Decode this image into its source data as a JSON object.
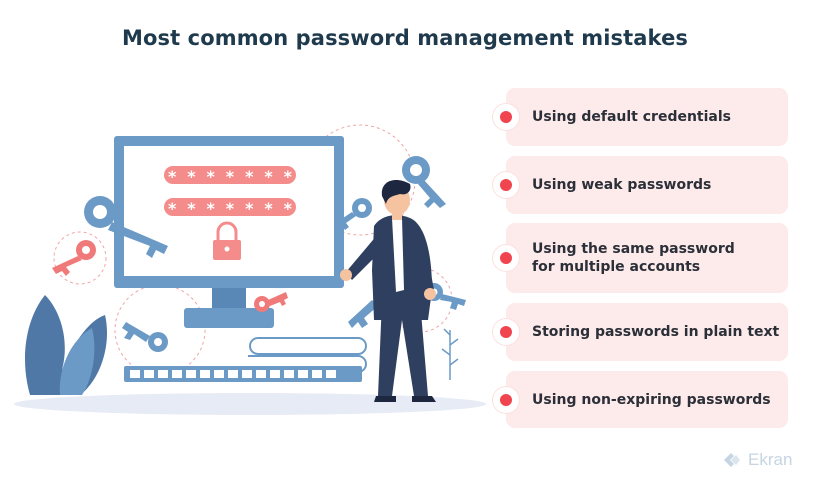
{
  "title": "Most common password management mistakes",
  "screen": {
    "password_mask_1": "* * * * * * *",
    "password_mask_2": "* * * * * * *"
  },
  "mistakes": [
    {
      "label": "Using default credentials"
    },
    {
      "label": "Using weak passwords"
    },
    {
      "label": "Using the same password\nfor multiple accounts"
    },
    {
      "label": "Storing passwords in plain text"
    },
    {
      "label": "Using non-expiring passwords"
    }
  ],
  "brand": {
    "name": "Ekran"
  },
  "colors": {
    "title": "#1f3a4d",
    "card_bg": "#fdeaea",
    "bullet": "#f0444f",
    "monitor": "#6b9ac6",
    "password_bar": "#f48c8c",
    "key_blue": "#6b9ac6",
    "key_red": "#f07a7a",
    "suit": "#2f3f5f",
    "logo": "#c6d5e3"
  }
}
